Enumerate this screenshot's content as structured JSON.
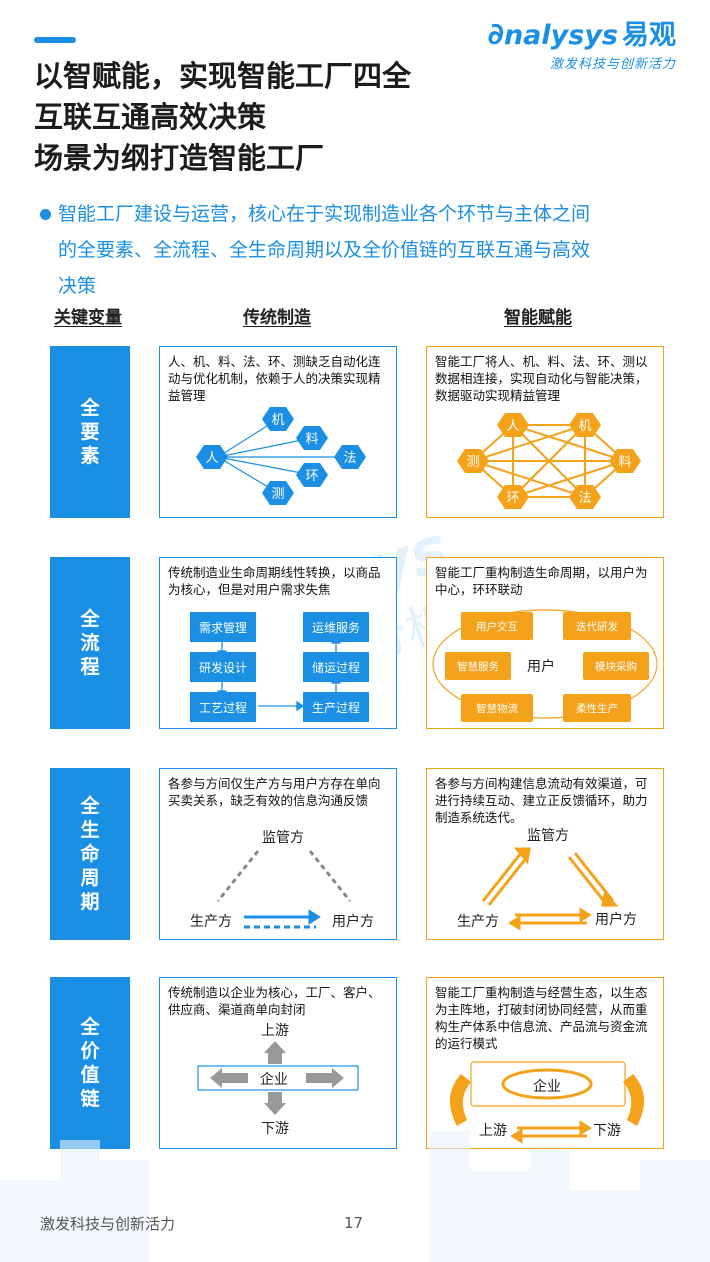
{
  "brand": {
    "logo_text": "nalysys",
    "logo_cn": "易观",
    "slogan": "激发科技与创新活力"
  },
  "title": {
    "line1": "以智赋能，实现智能工厂四全",
    "line2": "互联互通高效决策",
    "line3": "场景为纲打造智能工厂"
  },
  "intro": {
    "line1": "智能工厂建设与运营，核心在于实现制造业各个环节与主体之间",
    "line2": "的全要素、全流程、全生命周期以及全价值链的互联互通与高效",
    "line3": "决策"
  },
  "columns": {
    "key": "关键变量",
    "traditional": "传统制造",
    "smart": "智能赋能"
  },
  "rows": [
    {
      "label": "全要素",
      "traditional_text": "人、机、料、法、环、测缺乏自动化连动与优化机制，依赖于人的决策实现精益管理",
      "smart_text": "智能工厂将人、机、料、法、环、测以数据相连接，实现自动化与智能决策，数据驱动实现精益管理",
      "nodes": [
        "人",
        "机",
        "料",
        "法",
        "环",
        "测"
      ]
    },
    {
      "label": "全流程",
      "traditional_text": "传统制造业生命周期线性转换，以商品为核心，但是对用户需求失焦",
      "smart_text": "智能工厂重构制造生命周期，以用户为中心，环环联动",
      "trad_steps": [
        "需求管理",
        "研发设计",
        "工艺过程",
        "生产过程",
        "储运过程",
        "运维服务"
      ],
      "smart_steps": [
        "用户交互",
        "迭代研发",
        "模块采购",
        "柔性生产",
        "智慧物流",
        "智慧服务"
      ],
      "center": "用户"
    },
    {
      "label": "全生命周期",
      "traditional_text": "各参与方间仅生产方与用户方存在单向买卖关系，缺乏有效的信息沟通反馈",
      "smart_text": "各参与方间构建信息流动有效渠道，可进行持续互动、建立正反馈循环，助力制造系统迭代。",
      "regulator": "监管方",
      "producer": "生产方",
      "user": "用户方"
    },
    {
      "label": "全价值链",
      "traditional_text": "传统制造以企业为核心，工厂、客户、供应商、渠道商单向封闭",
      "smart_text": "智能工厂重构制造与经营生态，以生态为主阵地，打破封闭协同经营，从而重构生产体系中信息流、产品流与资金流的运行模式",
      "enterprise": "企业",
      "upstream": "上游",
      "downstream": "下游"
    }
  ],
  "watermark": {
    "line1": "nalysys",
    "line2": "易观分析"
  },
  "footer": {
    "slogan": "激发科技与创新活力",
    "page": "17"
  },
  "colors": {
    "blue": "#1a8fe3",
    "orange": "#f5a21b"
  }
}
